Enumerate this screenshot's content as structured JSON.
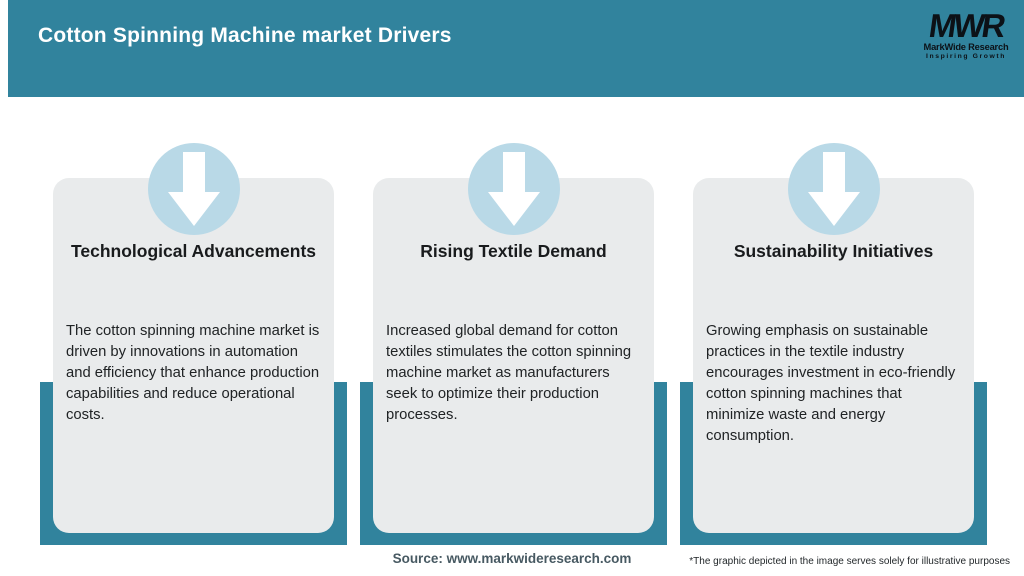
{
  "header": {
    "title": "Cotton Spinning Machine market Drivers",
    "logo": {
      "monogram": "MWR",
      "name": "MarkWide Research",
      "tagline": "Inspiring Growth"
    }
  },
  "cards": [
    {
      "title": "Technological Advancements",
      "body": "The cotton spinning machine market is driven by innovations in automation and efficiency that enhance production capabilities and reduce operational costs."
    },
    {
      "title": "Rising Textile Demand",
      "body": "Increased global demand for cotton textiles stimulates the cotton spinning machine market as manufacturers seek to optimize their production processes."
    },
    {
      "title": "Sustainability Initiatives",
      "body": "Growing emphasis on sustainable practices in the textile industry encourages investment in eco-friendly cotton spinning machines that minimize waste and energy consumption."
    }
  ],
  "footer": {
    "source": "Source: www.markwideresearch.com",
    "disclaimer": "*The graphic depicted in the image serves solely for illustrative purposes"
  },
  "colors": {
    "teal": "#31839d",
    "arrow_circle_blue": "#b9d9e7",
    "card_gray": "#e9ebec",
    "title_text": "#191b1d",
    "logo_text": "#0c1117"
  }
}
